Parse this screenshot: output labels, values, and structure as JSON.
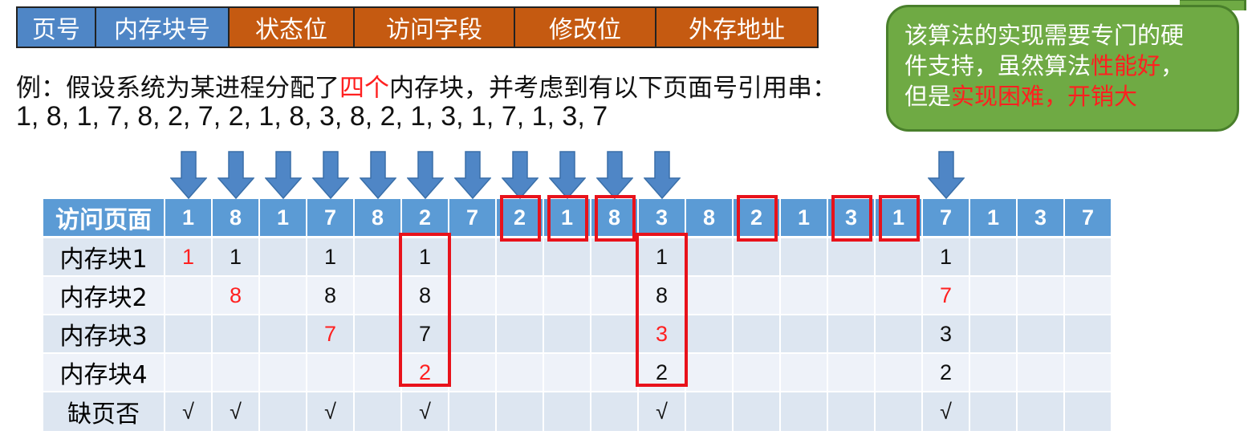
{
  "fields": [
    {
      "label": "页号",
      "color": "#4f86c6"
    },
    {
      "label": "内存块号",
      "color": "#4f86c6"
    },
    {
      "label": "状态位",
      "color": "#c55a11"
    },
    {
      "label": "访问字段",
      "color": "#c55a11"
    },
    {
      "label": "修改位",
      "color": "#c55a11"
    },
    {
      "label": "外存地址",
      "color": "#c55a11"
    }
  ],
  "intro": {
    "prefix": "例：假设系统为某进程分配了",
    "highlight": "四个",
    "suffix": "内存块，并考虑到有以下页面号引用串：",
    "sequence": "1, 8, 1, 7, 8, 2, 7, 2, 1, 8, 3, 8, 2, 1, 3, 1, 7, 1, 3, 7"
  },
  "callout": {
    "line1": "该算法的实现需要专门的硬",
    "line2_a": "件支持，虽然算法",
    "line2_b": "性能好",
    "line2_c": "，",
    "line3_a": "但是",
    "line3_b": "实现困难，开销大"
  },
  "table": {
    "header_label": "访问页面",
    "pages": [
      "1",
      "8",
      "1",
      "7",
      "8",
      "2",
      "7",
      "2",
      "1",
      "8",
      "3",
      "8",
      "2",
      "1",
      "3",
      "1",
      "7",
      "1",
      "3",
      "7"
    ],
    "rows": [
      {
        "label": "内存块1",
        "cells": [
          "1",
          "1",
          "",
          "1",
          "",
          "1",
          "",
          "",
          "",
          "",
          "1",
          "",
          "",
          "",
          "",
          "",
          "1",
          "",
          "",
          ""
        ]
      },
      {
        "label": "内存块2",
        "cells": [
          "",
          "8",
          "",
          "8",
          "",
          "8",
          "",
          "",
          "",
          "",
          "8",
          "",
          "",
          "",
          "",
          "",
          "7",
          "",
          "",
          ""
        ]
      },
      {
        "label": "内存块3",
        "cells": [
          "",
          "",
          "",
          "7",
          "",
          "7",
          "",
          "",
          "",
          "",
          "3",
          "",
          "",
          "",
          "",
          "",
          "3",
          "",
          "",
          ""
        ]
      },
      {
        "label": "内存块4",
        "cells": [
          "",
          "",
          "",
          "",
          "",
          "2",
          "",
          "",
          "",
          "",
          "2",
          "",
          "",
          "",
          "",
          "",
          "2",
          "",
          "",
          ""
        ]
      },
      {
        "label": "缺页否",
        "cells": [
          "√",
          "√",
          "",
          "√",
          "",
          "√",
          "",
          "",
          "",
          "",
          "√",
          "",
          "",
          "",
          "",
          "",
          "√",
          "",
          "",
          ""
        ]
      }
    ],
    "red_cells": [
      [
        0,
        0
      ],
      [
        1,
        1
      ],
      [
        2,
        3
      ],
      [
        3,
        5
      ],
      [
        2,
        10
      ],
      [
        1,
        16
      ]
    ],
    "arrow_columns": [
      0,
      1,
      2,
      3,
      4,
      5,
      6,
      7,
      8,
      9,
      10,
      16
    ],
    "header_boxes": [
      7,
      8,
      9,
      12,
      14,
      15
    ],
    "column_boxes": [
      5,
      10
    ]
  },
  "colors": {
    "accent_red": "#e8121b",
    "header_blue": "#5b9bd5",
    "arrow_blue": "#4f86c6"
  }
}
